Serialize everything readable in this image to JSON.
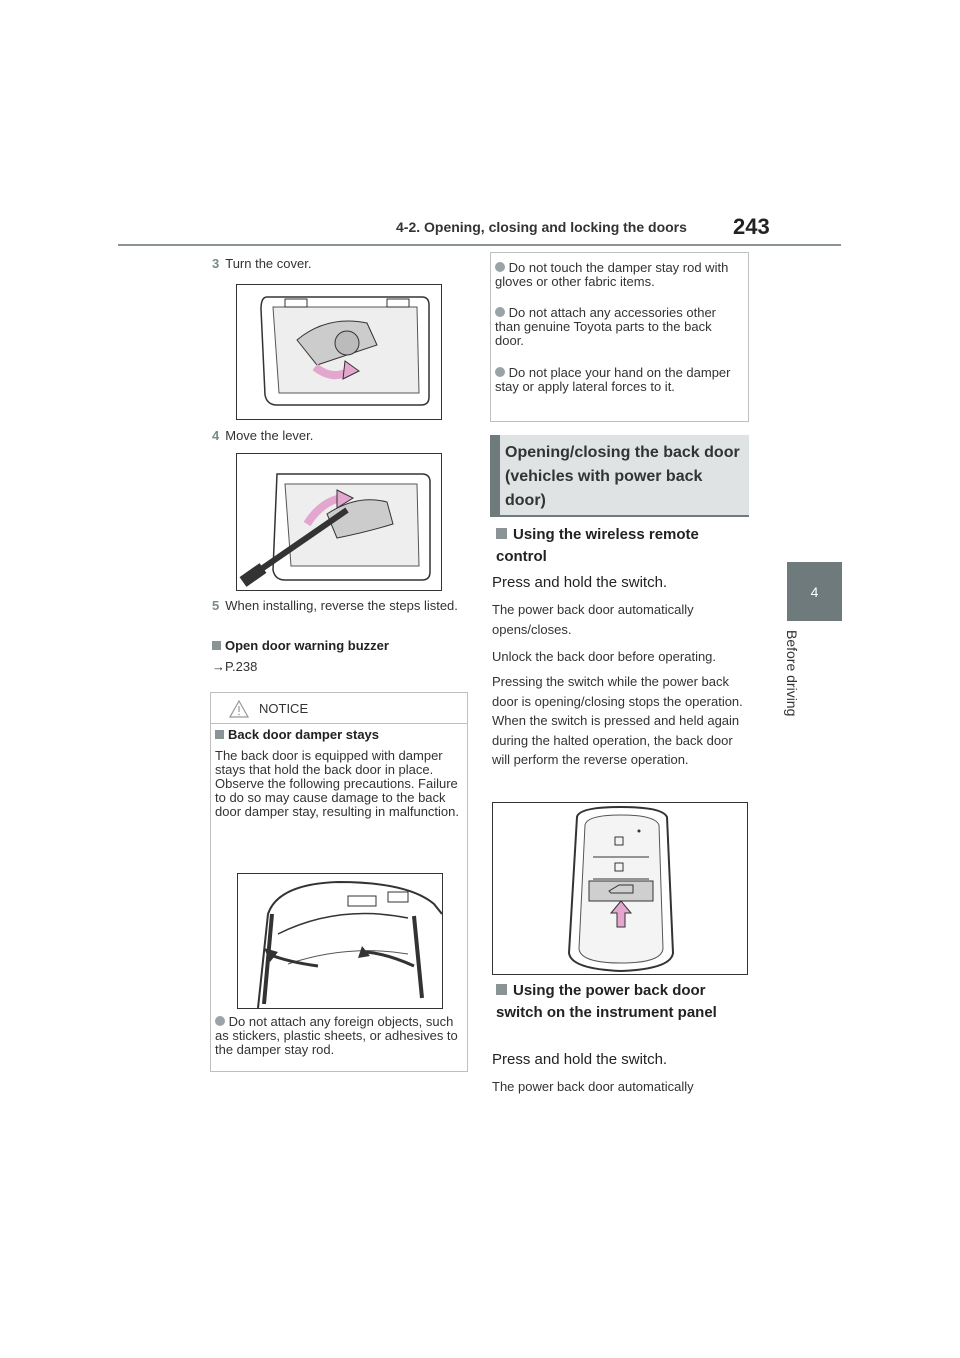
{
  "header": {
    "section_title": "4-2. Opening, closing and locking the doors",
    "page_number": "243"
  },
  "side_tab": {
    "chapter": "4",
    "label": "Before driving"
  },
  "steps": [
    {
      "num": "3",
      "text": "Turn the cover."
    },
    {
      "num": "4",
      "text": "Move the lever."
    },
    {
      "num": "5",
      "text": "When installing, reverse the steps listed."
    }
  ],
  "buzzer": {
    "heading": "Open door warning buzzer",
    "ref": "→P.238"
  },
  "notice": {
    "label": "NOTICE",
    "heading": "Back door damper stays",
    "body": "The back door is equipped with damper stays that hold the back door in place. Observe the following precautions. Failure to do so may cause damage to the back door damper stay, resulting in malfunction.",
    "bullets": [
      "Do not attach any foreign objects, such as stickers, plastic sheets, or adhesives to the damper stay rod."
    ]
  },
  "right_box_bullets": [
    "Do not touch the damper stay rod with gloves or other fabric items.",
    "Do not attach any accessories other than genuine Toyota parts to the back door.",
    "Do not place your hand on the damper stay or apply lateral forces to it."
  ],
  "section": {
    "title": "Opening/closing the back door (vehicles with power back door)",
    "remote": {
      "heading": "Using the wireless remote control",
      "lead": "Press and hold the switch.",
      "p1": "The power back door automatically opens/closes.",
      "p2": "Unlock the back door before operating.",
      "p3": "Pressing the switch while the power back door is opening/closing stops the operation. When the switch is pressed and held again during the halted operation, the back door will perform the reverse operation."
    },
    "panel": {
      "heading": "Using the power back door switch on the instrument panel",
      "lead": "Press and hold the switch.",
      "p1": "The power back door automatically"
    }
  },
  "colors": {
    "accent_gray": "#6e7a7c",
    "arrow_pink": "#e3a6cf",
    "band_bg": "#dfe3e3"
  }
}
